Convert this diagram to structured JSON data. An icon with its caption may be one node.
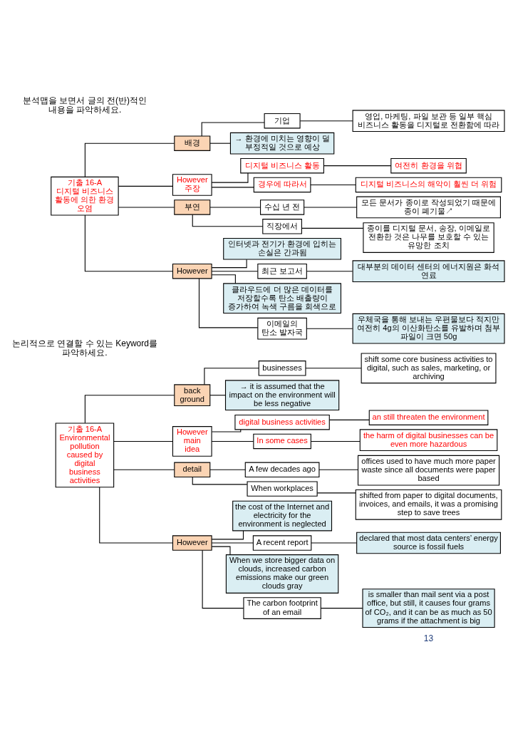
{
  "diagram": {
    "nodes": [
      {
        "text": [
          "기출 16-A 디지털 비즈니스 활동에 의한 환경 오염"
        ]
      },
      {
        "text": [
          "배경"
        ]
      },
      {
        "text": [
          "기업"
        ]
      },
      {
        "text": [
          "영업, 마케팅, 파일 보관 등 일부 핵심 비즈니스 활동을 디지털로 전환함에 따라"
        ]
      },
      {
        "text": [
          "→ 환경에 미치는 영향이 덜 부정적일 것으로 예상"
        ]
      },
      {
        "text": [
          "However 주장"
        ]
      },
      {
        "text": [
          "디지털 비즈니스 활동"
        ]
      },
      {
        "text": [
          "여전히 환경을 위협"
        ]
      },
      {
        "text": [
          "경우에 따라서"
        ]
      },
      {
        "text": [
          "디지털 비즈니스의 해악이 훨씬 더 위험"
        ]
      },
      {
        "text": [
          "부연"
        ]
      },
      {
        "text": [
          "수십 년 전"
        ]
      },
      {
        "text": [
          "모든 문서가 종이로 작성되었기 때문에 종이 폐기물↗"
        ]
      },
      {
        "text": [
          "직장에서"
        ]
      },
      {
        "text": [
          "종이를 디지털 문서, 송장, 이메일로 전환한 것은 나무를 보호할 수 있는 유망한 조치"
        ]
      },
      {
        "text": [
          "However"
        ]
      },
      {
        "text": [
          "인터넷과 전기가 환경에 입히는 손실은 간과됨"
        ]
      },
      {
        "text": [
          "최근 보고서"
        ]
      },
      {
        "text": [
          "대부분의 데이터 센터의 에너지원은 화석 연료"
        ]
      },
      {
        "text": [
          "클라우드에 더 많은 데이터를 저장할수록 탄소 배출량이 증가하여 녹색 구름을 회색으로"
        ]
      },
      {
        "text": [
          "이메일의 탄소 발자국"
        ]
      },
      {
        "text": [
          "우체국을 통해 보내는 우편물보다 적지만 여전히 4g의 이산화탄소를 유발하며 첨부 파일이 크면 50g"
        ]
      },
      {
        "text": [
          "기출 16-A Environmental pollution caused by digital business activities"
        ]
      },
      {
        "text": [
          "back ground"
        ]
      },
      {
        "text": [
          "businesses"
        ]
      },
      {
        "text": [
          "shift some core business activities to digital, such as sales, marketing, or archiving"
        ]
      },
      {
        "text": [
          "→ it is assumed that the impact on the environment will be less negative"
        ]
      },
      {
        "text": [
          "However main idea"
        ]
      },
      {
        "text": [
          "digital business activities"
        ]
      },
      {
        "text": [
          "an still threaten the environment"
        ]
      },
      {
        "text": [
          "In some cases"
        ]
      },
      {
        "text": [
          "the harm of digital businesses can be even more hazardous"
        ]
      },
      {
        "text": [
          "detail"
        ]
      },
      {
        "text": [
          "A few decades ago"
        ]
      },
      {
        "text": [
          "offices used to have much more paper waste since all documents were paper based"
        ]
      },
      {
        "text": [
          "When workplaces"
        ]
      },
      {
        "text": [
          "shifted from paper to digital documents, invoices, and emails, it was a promising step to save trees"
        ]
      },
      {
        "text": [
          "However"
        ]
      },
      {
        "text": [
          "the cost of the Internet and electricity for the environment is neglected"
        ]
      },
      {
        "text": [
          "A recent report"
        ]
      },
      {
        "text": [
          "declared that most data centers’ energy source is fossil fuels"
        ]
      },
      {
        "text": [
          "When we store bigger data on clouds, increased carbon emissions make our green clouds gray"
        ]
      },
      {
        "text": [
          "The carbon footprint of an email"
        ]
      },
      {
        "text": [
          "is smaller than mail sent via a post office, but still, it causes four grams of CO₂, and it can be as much as 50 grams if the attachment is big"
        ]
      }
    ],
    "edges": [
      {
        "from": 0,
        "to": 1,
        "arrow": "none"
      },
      {
        "from": 1,
        "to": 2,
        "arrow": "none"
      },
      {
        "from": 2,
        "to": 3,
        "arrow": "none"
      },
      {
        "from": 1,
        "to": 4,
        "arrow": "none"
      },
      {
        "from": 0,
        "to": 5,
        "arrow": "none"
      },
      {
        "from": 5,
        "to": 6,
        "arrow": "none"
      },
      {
        "from": 6,
        "to": 7,
        "arrow": "none"
      },
      {
        "from": 5,
        "to": 8,
        "arrow": "none"
      },
      {
        "from": 8,
        "to": 9,
        "arrow": "none"
      },
      {
        "from": 0,
        "to": 10,
        "arrow": "none"
      },
      {
        "from": 10,
        "to": 11,
        "arrow": "none"
      },
      {
        "from": 11,
        "to": 12,
        "arrow": "none"
      },
      {
        "from": 10,
        "to": 13,
        "arrow": "none"
      },
      {
        "from": 13,
        "to": 14,
        "arrow": "none"
      },
      {
        "from": 0,
        "to": 15,
        "arrow": "none"
      },
      {
        "from": 15,
        "to": 16,
        "arrow": "none"
      },
      {
        "from": 15,
        "to": 17,
        "arrow": "none"
      },
      {
        "from": 17,
        "to": 18,
        "arrow": "none"
      },
      {
        "from": 15,
        "to": 19,
        "arrow": "none"
      },
      {
        "from": 15,
        "to": 20,
        "arrow": "none"
      },
      {
        "from": 20,
        "to": 21,
        "arrow": "none"
      },
      {
        "from": 22,
        "to": 23,
        "arrow": "none"
      },
      {
        "from": 23,
        "to": 24,
        "arrow": "none"
      },
      {
        "from": 24,
        "to": 25,
        "arrow": "none"
      },
      {
        "from": 23,
        "to": 26,
        "arrow": "none"
      },
      {
        "from": 22,
        "to": 27,
        "arrow": "none"
      },
      {
        "from": 27,
        "to": 28,
        "arrow": "none"
      },
      {
        "from": 28,
        "to": 29,
        "arrow": "none"
      },
      {
        "from": 27,
        "to": 30,
        "arrow": "none"
      },
      {
        "from": 30,
        "to": 31,
        "arrow": "none"
      },
      {
        "from": 22,
        "to": 32,
        "arrow": "none"
      },
      {
        "from": 32,
        "to": 33,
        "arrow": "none"
      },
      {
        "from": 33,
        "to": 34,
        "arrow": "none"
      },
      {
        "from": 32,
        "to": 35,
        "arrow": "none"
      },
      {
        "from": 35,
        "to": 36,
        "arrow": "none"
      },
      {
        "from": 22,
        "to": 37,
        "arrow": "none"
      },
      {
        "from": 37,
        "to": 38,
        "arrow": "none"
      },
      {
        "from": 37,
        "to": 39,
        "arrow": "none"
      },
      {
        "from": 39,
        "to": 40,
        "arrow": "none"
      },
      {
        "from": 37,
        "to": 41,
        "arrow": "none"
      },
      {
        "from": 37,
        "to": 42,
        "arrow": "none"
      },
      {
        "from": 42,
        "to": 43,
        "arrow": "none"
      }
    ],
    "labels": [
      "분석맵을 보면서 글의 전(반)적인 내용을 파악하세요.",
      "논리적으로 연결할 수 있는 Keyword를 파악하세요.",
      "13"
    ]
  }
}
